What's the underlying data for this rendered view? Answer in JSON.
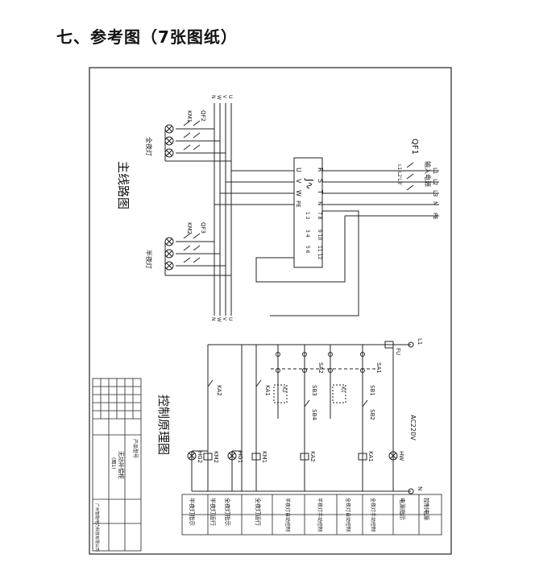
{
  "page": {
    "heading": "七、参考图（7张图纸）"
  },
  "main_circuit": {
    "title": "主线路图",
    "input_power_label": "输入电源",
    "input_lines": [
      "L1",
      "L2",
      "L3",
      "N",
      "PE"
    ],
    "breaker_input": "QF1",
    "breaker_input_sub": "L1'L2'L3'",
    "controller_mark": "J∿",
    "controller_top_terminals": [
      "R",
      "S",
      "T"
    ],
    "controller_bottom_terminals": [
      "U",
      "V",
      "W",
      "PE",
      "N"
    ],
    "controller_terminal_numbers": [
      "1 2",
      "3 4",
      "5 6",
      "7 8",
      "9 10",
      "11 12"
    ],
    "branch1": {
      "breaker": "QF2",
      "contactor": "KM1",
      "lamp_label": "全夜灯"
    },
    "branch2": {
      "breaker": "QF3",
      "contactor": "KM2",
      "lamp_label": "半夜灯"
    },
    "bus_labels": [
      "U",
      "V",
      "W",
      "N"
    ]
  },
  "control_circuit": {
    "title": "控制原理图",
    "supply": "AC220V",
    "fuse": "FU",
    "line_top": "L1",
    "line_bottom": "N",
    "switches": [
      "SA1",
      "SA2"
    ],
    "buttons": [
      "SB1",
      "SB2",
      "SB3",
      "SB4"
    ],
    "relays": [
      "KA1",
      "KA2"
    ],
    "relay_contacts": [
      "K1",
      "K2"
    ],
    "coils": [
      "KM1",
      "KM2",
      "KA1",
      "KA2"
    ],
    "lamps": [
      "HW",
      "HG1",
      "HG2"
    ],
    "function_table": [
      "控制电源",
      "电源指示",
      "全夜灯手动控制",
      "全夜灯自动控制",
      "半夜灯手动控制",
      "半夜灯自动控制",
      "全夜灯运行",
      "全夜灯指示",
      "半夜灯运行",
      "半夜灯指示"
    ]
  },
  "title_block": {
    "product_label": "产品型号",
    "drawing_name": "无功补偿柜",
    "drawing_no": "(图1)",
    "company": "广州智能电力科技有限公司"
  }
}
